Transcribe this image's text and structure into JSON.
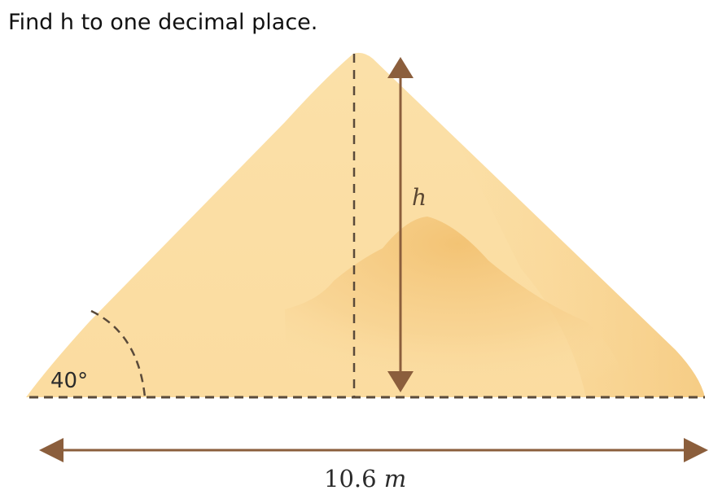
{
  "question": {
    "text": "Find h to one decimal place."
  },
  "diagram": {
    "angle_label": "40°",
    "height_label": "h",
    "base_value": "10.6",
    "base_unit": "m",
    "colors": {
      "sand_light": "#fbe0a8",
      "sand_mid": "#f7d08d",
      "sand_shadow": "#f2c06f",
      "arrow": "#8b5e3c",
      "dash": "#5a4a3a"
    }
  }
}
